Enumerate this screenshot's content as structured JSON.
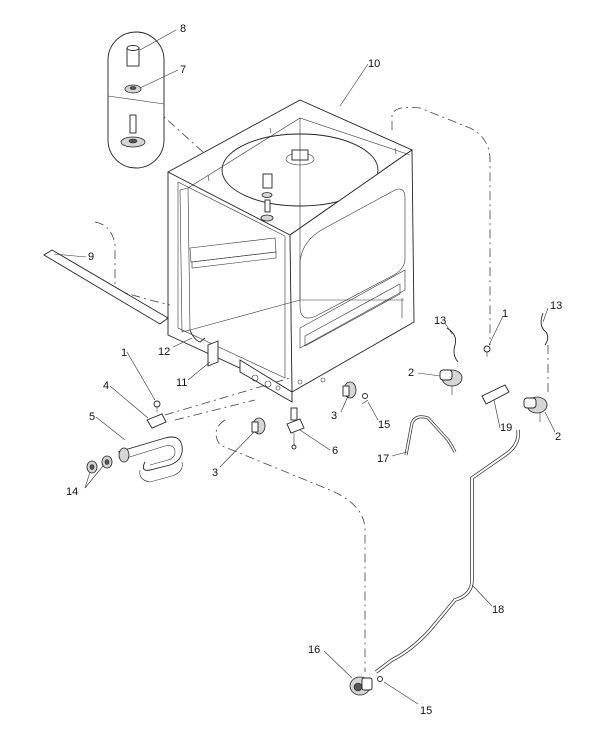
{
  "callouts": {
    "c1a": "1",
    "c1b": "1",
    "c2a": "2",
    "c2b": "2",
    "c3a": "3",
    "c3b": "3",
    "c4": "4",
    "c5": "5",
    "c6": "6",
    "c7": "7",
    "c8": "8",
    "c9": "9",
    "c10": "10",
    "c11": "11",
    "c12": "12",
    "c13a": "13",
    "c13b": "13",
    "c14": "14",
    "c15a": "15",
    "c15b": "15",
    "c16": "16",
    "c17": "17",
    "c18": "18",
    "c19": "19"
  }
}
